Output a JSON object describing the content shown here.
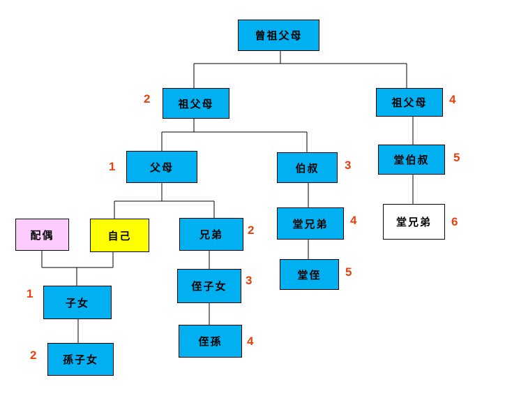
{
  "colors": {
    "default_node": "#00b0f0",
    "spouse_node": "#ffccff",
    "self_node": "#ffff00",
    "plain_node": "#ffffff",
    "degree_number": "#e8400c",
    "connector": "#000000"
  },
  "nodes": {
    "great_grandparents": {
      "label": "曾祖父母"
    },
    "grandparents": {
      "label": "祖父母",
      "degree": "2"
    },
    "grandparents_right": {
      "label": "祖父母",
      "degree": "4"
    },
    "parents": {
      "label": "父母",
      "degree": "1"
    },
    "uncles": {
      "label": "伯叔",
      "degree": "3"
    },
    "paternal_uncles": {
      "label": "堂伯叔",
      "degree": "5"
    },
    "spouse": {
      "label": "配偶"
    },
    "self": {
      "label": "自己"
    },
    "siblings": {
      "label": "兄弟",
      "degree": "2"
    },
    "cousins": {
      "label": "堂兄弟",
      "degree": "4"
    },
    "second_cousins": {
      "label": "堂兄弟",
      "degree": "6"
    },
    "children": {
      "label": "子女",
      "degree": "1"
    },
    "nephews": {
      "label": "侄子女",
      "degree": "3"
    },
    "cousin_nephew": {
      "label": "堂侄",
      "degree": "5"
    },
    "grandchildren": {
      "label": "孫子女",
      "degree": "2"
    },
    "grandnephews": {
      "label": "侄孫",
      "degree": "4"
    }
  }
}
